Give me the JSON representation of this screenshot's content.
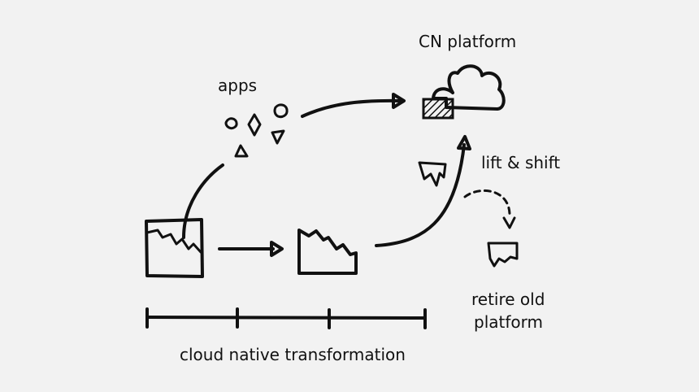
{
  "labels": {
    "apps": "apps",
    "cn_platform": "CN platform",
    "lift_shift": "lift & shift",
    "retire_line1": "retire old",
    "retire_line2": "platform",
    "timeline": "cloud native transformation"
  },
  "colors": {
    "background": "#f2f2f2",
    "ink": "#111111"
  }
}
